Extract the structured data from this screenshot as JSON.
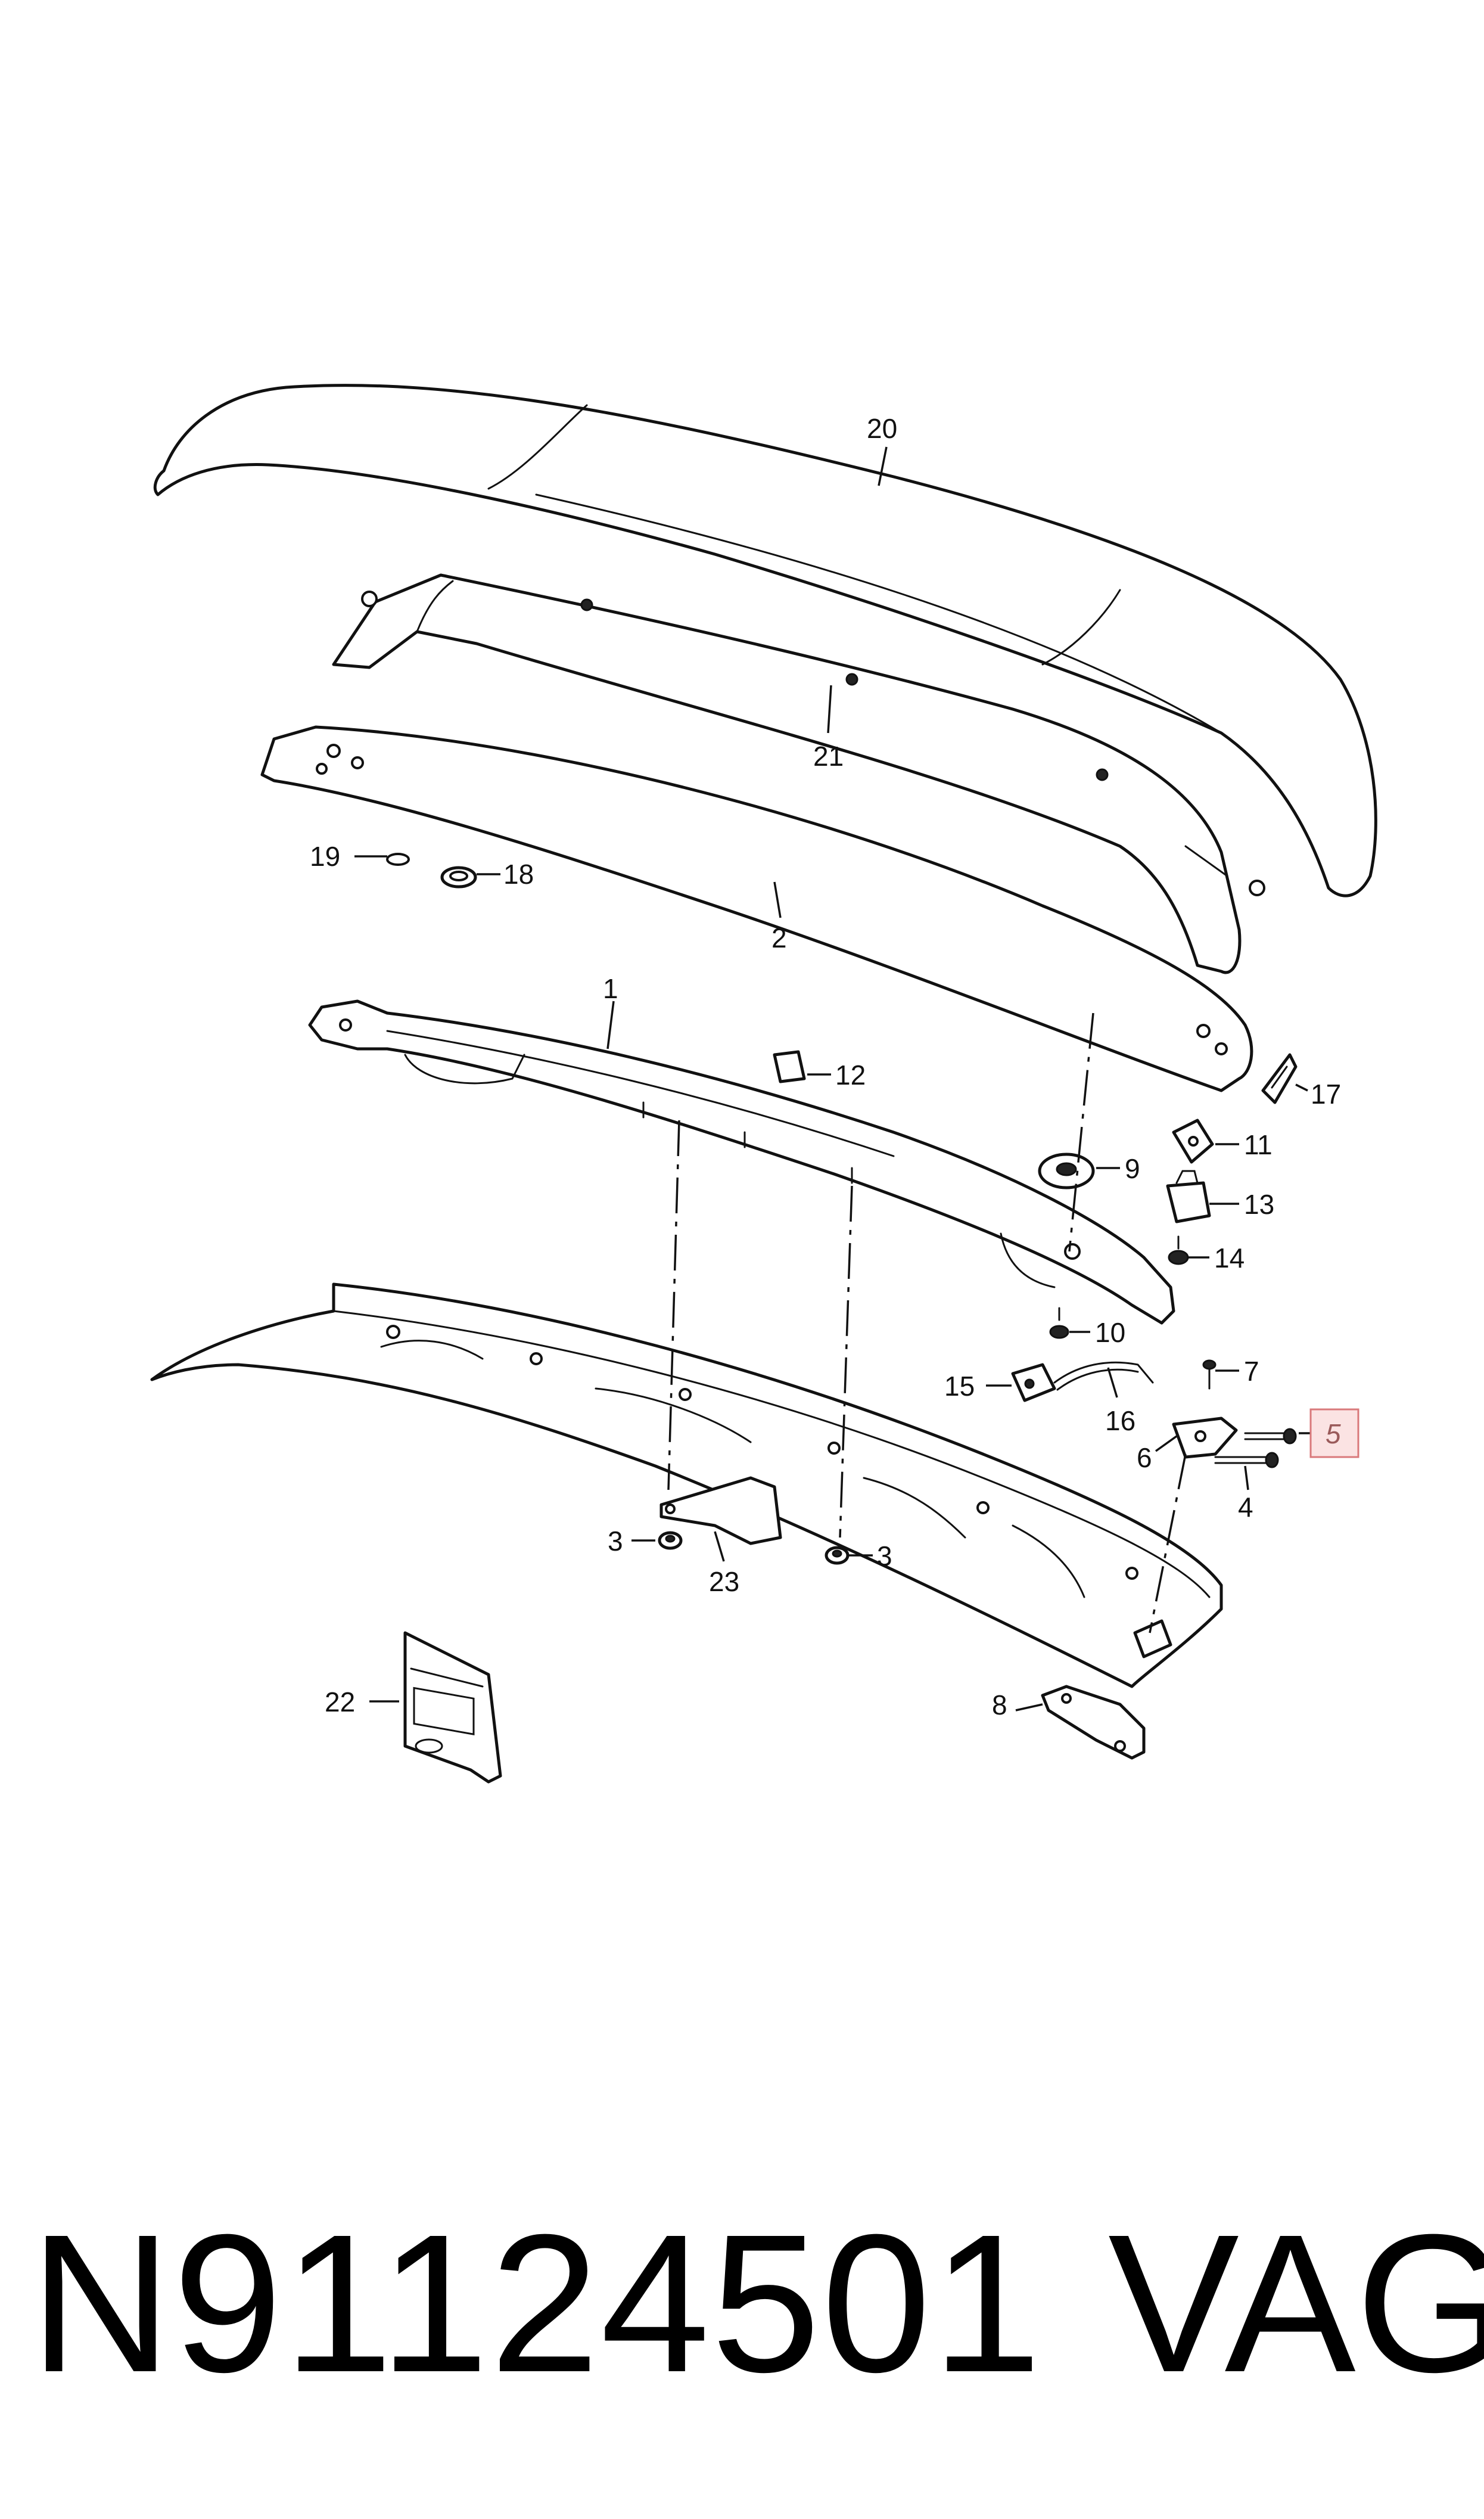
{
  "diagram": {
    "callouts": {
      "c1": "1",
      "c2": "2",
      "c3a": "3",
      "c3b": "3",
      "c4": "4",
      "c5": "5",
      "c6": "6",
      "c7": "7",
      "c8": "8",
      "c9": "9",
      "c10": "10",
      "c11": "11",
      "c12": "12",
      "c13": "13",
      "c14": "14",
      "c15": "15",
      "c16": "16",
      "c17": "17",
      "c18": "18",
      "c19": "19",
      "c20": "20",
      "c21": "21",
      "c22": "22",
      "c23": "23"
    },
    "highlighted_callout": "5",
    "highlight_color": "#d9797b"
  },
  "footer": {
    "part_number": "N91124501",
    "brand": "VAG"
  }
}
